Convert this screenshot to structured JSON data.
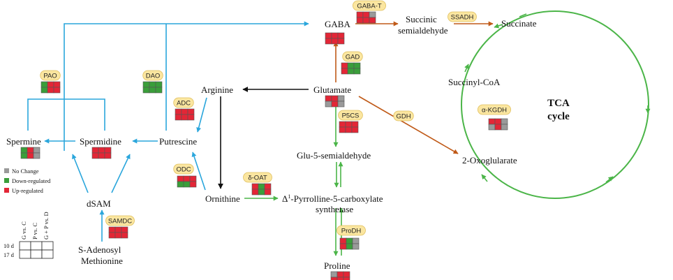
{
  "colors": {
    "blue": "#2aa6dc",
    "green": "#4bb548",
    "orange": "#c05a18",
    "black": "#111111",
    "no_change": "#9a9a9a",
    "down": "#3a9e3a",
    "up": "#e32636",
    "enzyme_fill": "#fbe6a0",
    "enzyme_stroke": "#e0c060"
  },
  "metabolites": {
    "gaba": "GABA",
    "succ_semi_1": "Succinic",
    "succ_semi_2": "semialdehyde",
    "succinate": "Succinate",
    "arginine": "Arginine",
    "glutamate": "Glutamate",
    "succinyl_coa": "Succinyl-CoA",
    "spermine": "Spermine",
    "spermidine": "Spermidine",
    "putrescine": "Putrescine",
    "glu5": "Glu-5-semialdehyde",
    "oxoglut": "2-Oxoglularate",
    "ornithine": "Ornithine",
    "dsam": "dSAM",
    "p5c_sup": "1",
    "p5c_rest": "-Pyrrolline-5-carboxylate",
    "p5c_line2": "synthetase",
    "sam_1": "S-Adenosyl",
    "sam_2": "Methionine",
    "proline": "Proline"
  },
  "tca": {
    "line1": "TCA",
    "line2": "cycle"
  },
  "enzymes": {
    "gabat": "GABA-T",
    "ssadh": "SSADH",
    "gad": "GAD",
    "pao": "PAO",
    "dao": "DAO",
    "adc": "ADC",
    "p5cs": "P5CS",
    "gdh": "GDH",
    "akgdh": "α-KGDH",
    "odc": "ODC",
    "doat": "δ-OAT",
    "samdc": "SAMDC",
    "prodh": "ProDH"
  },
  "grids": {
    "gabat": [
      "up",
      "up",
      "no_change",
      "up",
      "up",
      "up"
    ],
    "gaba": [
      "up",
      "up",
      "up",
      "up",
      "up",
      "up"
    ],
    "gad": [
      "up",
      "down",
      "down",
      "up",
      "down",
      "down"
    ],
    "pao": [
      "down",
      "up",
      "up",
      "down",
      "up",
      "up"
    ],
    "dao": [
      "down",
      "down",
      "down",
      "down",
      "down",
      "down"
    ],
    "glutamate": [
      "up",
      "up",
      "no_change",
      "no_change",
      "up",
      "no_change"
    ],
    "adc": [
      "up",
      "up",
      "up",
      "up",
      "up",
      "up"
    ],
    "p5cs": [
      "up",
      "up",
      "up",
      "up",
      "up",
      "up"
    ],
    "akgdh": [
      "up",
      "up",
      "no_change",
      "no_change",
      "up",
      "no_change"
    ],
    "spermine": [
      "down",
      "up",
      "no_change",
      "down",
      "up",
      "no_change"
    ],
    "spermidine": [
      "up",
      "up",
      "up",
      "up",
      "up",
      "up"
    ],
    "odc": [
      "up",
      "up",
      "up",
      "down",
      "down",
      "up"
    ],
    "doat": [
      "up",
      "down",
      "up",
      "up",
      "down",
      "up"
    ],
    "samdc": [
      "up",
      "up",
      "up",
      "up",
      "up",
      "up"
    ],
    "prodh": [
      "up",
      "down",
      "no_change",
      "up",
      "down",
      "no_change"
    ],
    "proline": [
      "no_change",
      "up",
      "up",
      "up",
      "up",
      "up"
    ]
  },
  "legend": {
    "no_change": "No Change",
    "down": "Down-regulated",
    "up": "Up-regulated"
  },
  "key_table": {
    "col1": "G vs. C",
    "col2": "P vs. C",
    "col3": "G + P vs. D",
    "row1": "10 d",
    "row2": "17 d"
  }
}
